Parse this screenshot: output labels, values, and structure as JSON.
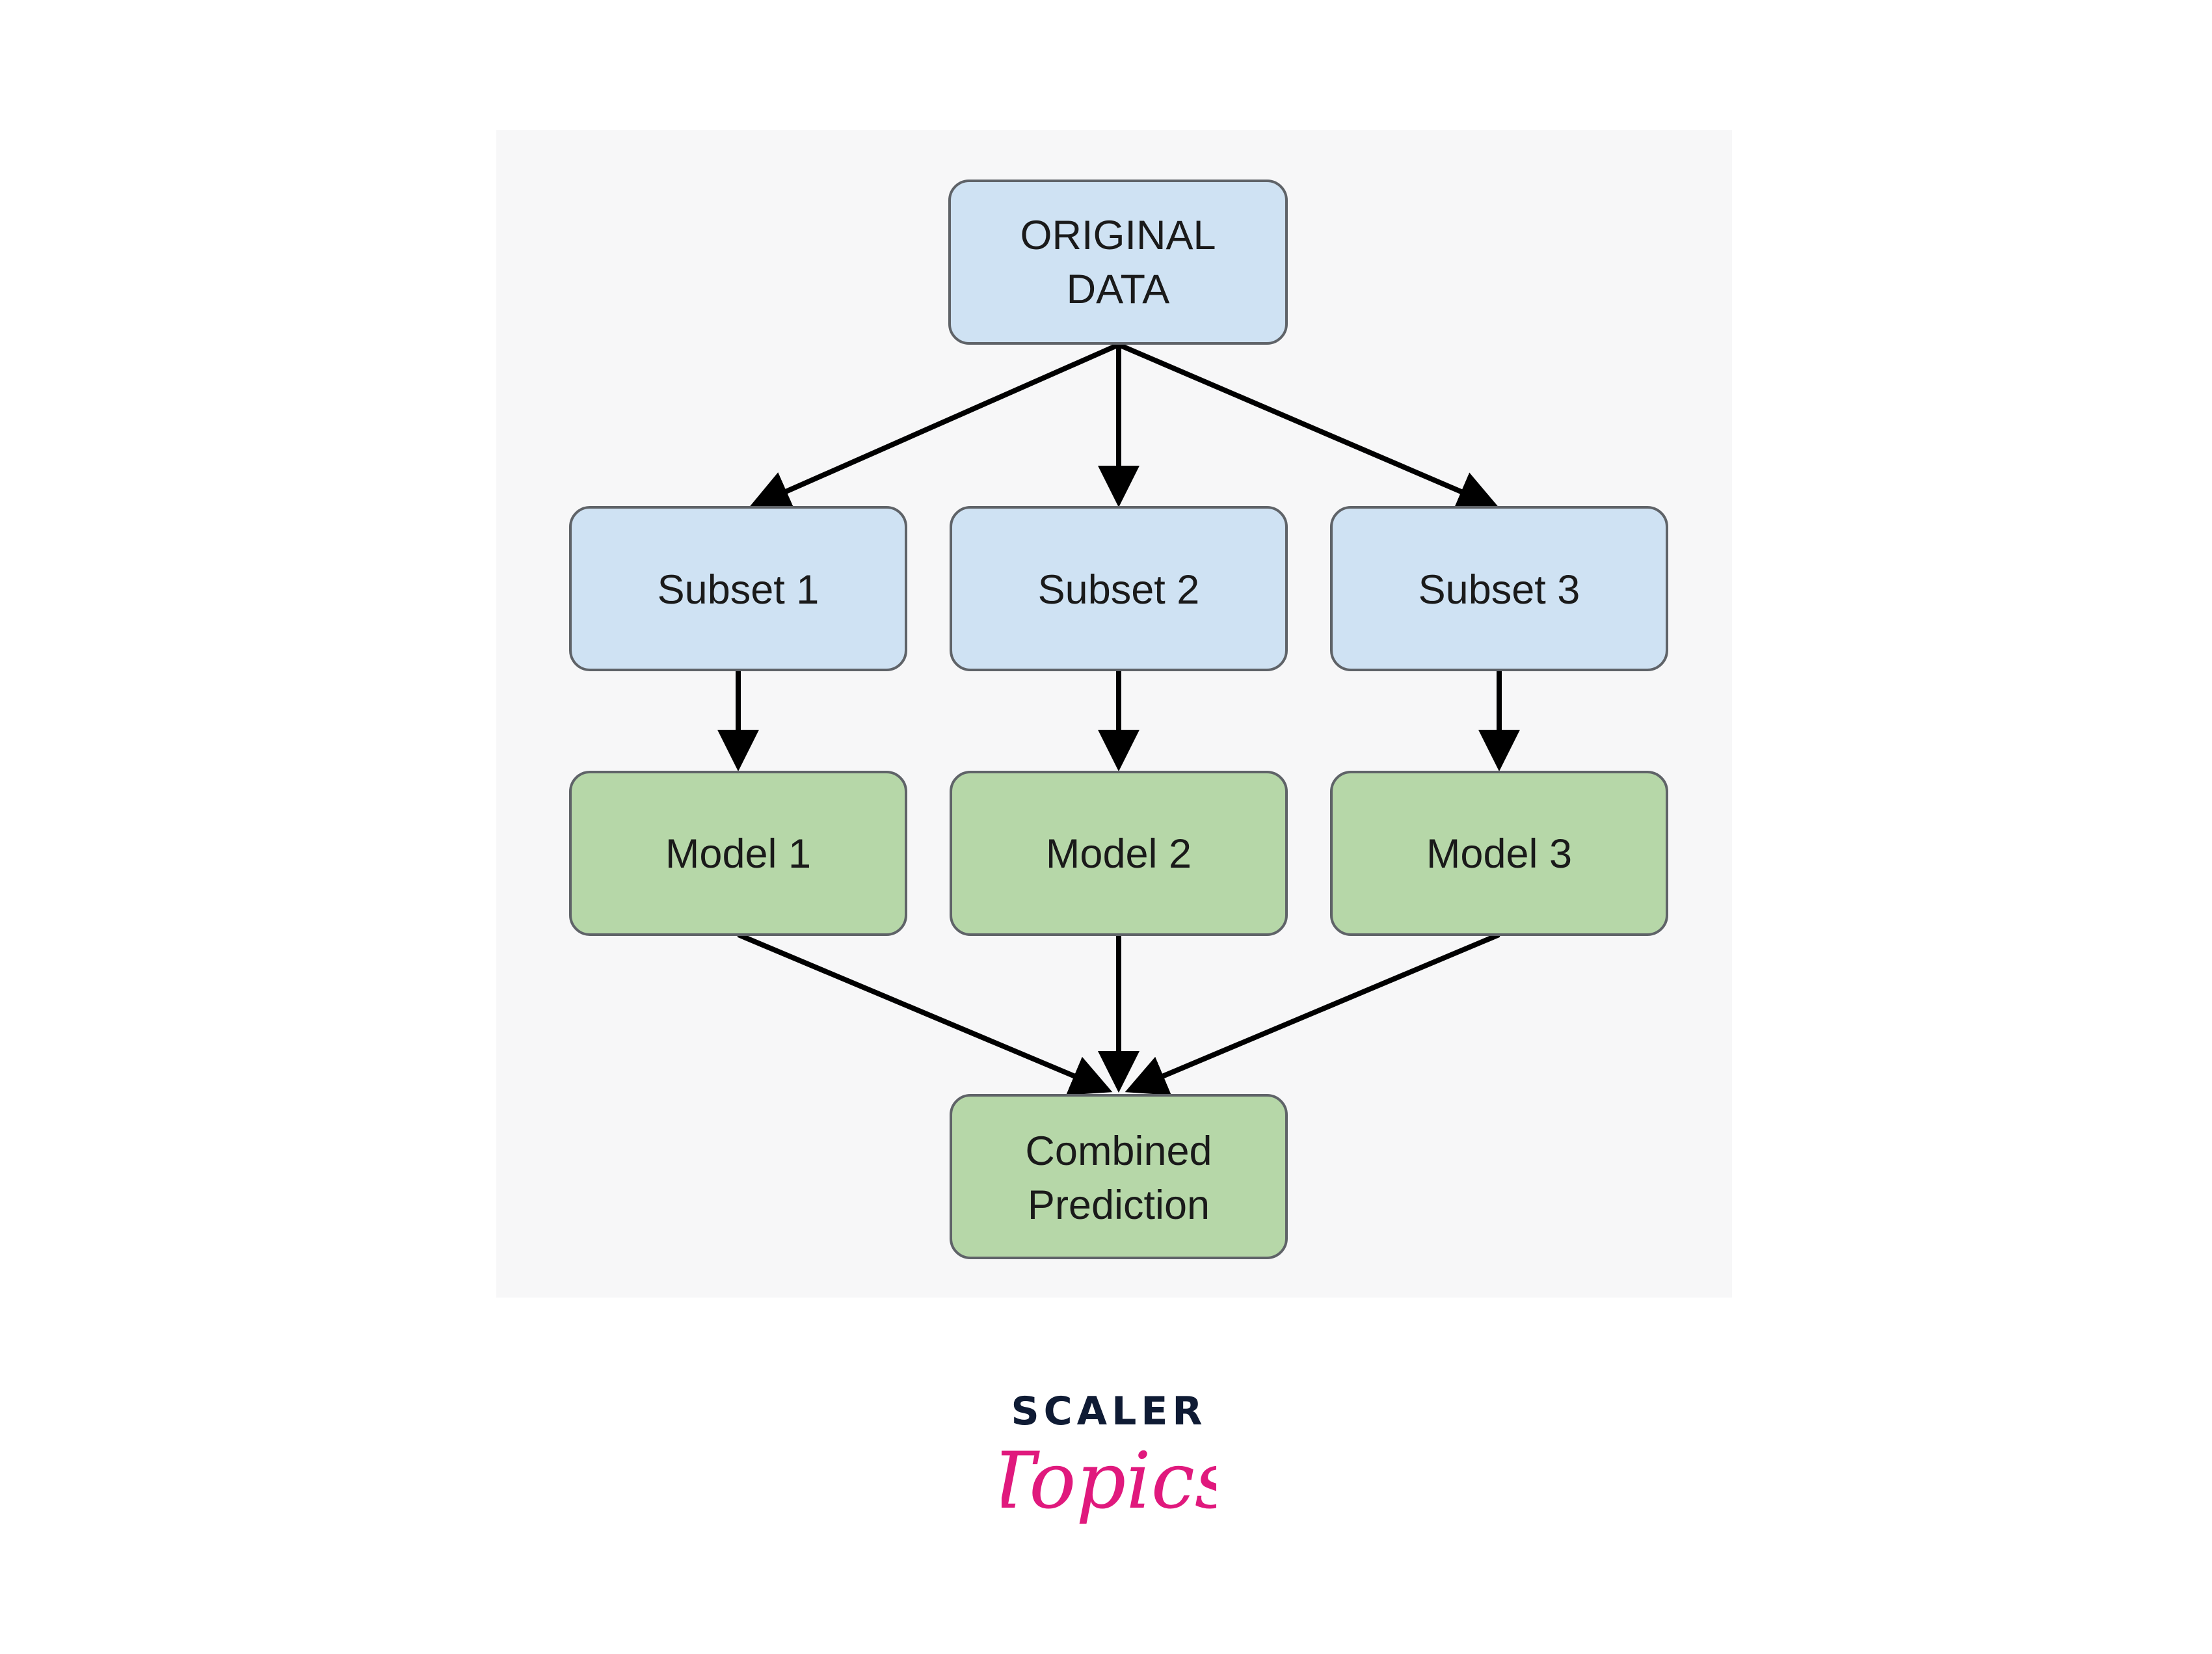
{
  "diagram": {
    "nodes": {
      "original": [
        "ORIGINAL",
        "DATA"
      ],
      "subset1": [
        "Subset 1"
      ],
      "subset2": [
        "Subset 2"
      ],
      "subset3": [
        "Subset 3"
      ],
      "model1": [
        "Model 1"
      ],
      "model2": [
        "Model 2"
      ],
      "model3": [
        "Model 3"
      ],
      "combined": [
        "Combined",
        "Prediction"
      ]
    },
    "colors": {
      "data_fill": "#cfe2f3",
      "model_fill": "#b6d7a8",
      "node_stroke": "#5f6368",
      "arrow": "#000000",
      "panel": "#f7f7f8"
    }
  },
  "logo": {
    "scaler": "SCALER",
    "topics": "Topics",
    "scaler_color": "#0f1b34",
    "topics_color": "#e0197d"
  }
}
